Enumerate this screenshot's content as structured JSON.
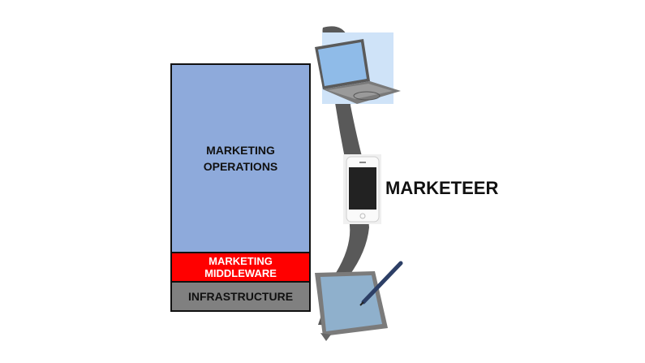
{
  "stack": {
    "layers": [
      {
        "label_line1": "MARKETING",
        "label_line2": "OPERATIONS",
        "color": "#8eaadb"
      },
      {
        "label": "MARKETING MIDDLEWARE",
        "color": "#ff0000"
      },
      {
        "label": "INFRASTRUCTURE",
        "color": "#808080"
      }
    ]
  },
  "devices": {
    "items": [
      "laptop-icon",
      "smartphone-icon",
      "tablet-with-stylus-icon"
    ],
    "band_color": "#595959"
  },
  "persona": {
    "label": "MARKETEER"
  }
}
